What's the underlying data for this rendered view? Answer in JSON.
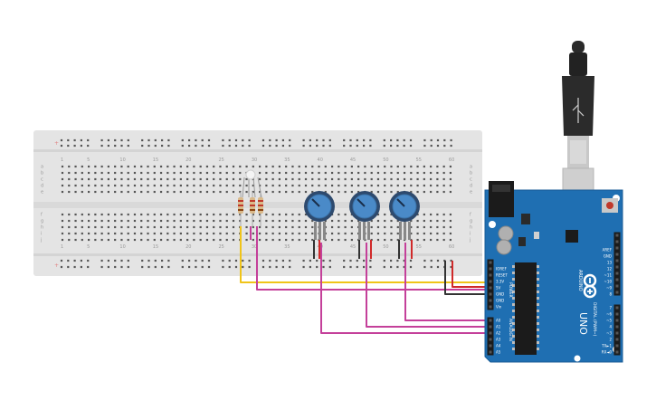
{
  "breadboard": {
    "column_numbers": [
      "1",
      "5",
      "10",
      "15",
      "20",
      "25",
      "30",
      "35",
      "40",
      "45",
      "50",
      "55",
      "60"
    ],
    "row_letters_top": [
      "a",
      "b",
      "c",
      "d",
      "e"
    ],
    "row_letters_bottom": [
      "f",
      "g",
      "h",
      "i",
      "j"
    ]
  },
  "arduino": {
    "model": "UNO",
    "brand": "ARDUINO",
    "power_header_title": "POWER",
    "analog_header_title": "ANALOG IN",
    "digital_header_title": "DIGITAL (PWM~)",
    "power_pins": [
      "IOREF",
      "RESET",
      "3.3V",
      "5V",
      "GND",
      "GND",
      "Vin"
    ],
    "analog_pins": [
      "A0",
      "A1",
      "A2",
      "A3",
      "A4",
      "A5"
    ],
    "top_pins": [
      "AREF",
      "GND",
      "13",
      "12",
      "~11",
      "~10",
      "~9",
      "8"
    ],
    "bottom_pins": [
      "7",
      "~6",
      "~5",
      "4",
      "~3",
      "2",
      "TX►1",
      "RX◄0"
    ],
    "colors": {
      "board": "#1f6fb2",
      "board_edge": "#185b95",
      "text": "#ffffff"
    }
  },
  "wires": {
    "colors": {
      "yellow": "#f0c419",
      "magenta": "#c4409a",
      "black": "#333333",
      "red": "#d02a2a"
    }
  },
  "components": {
    "potentiometer_count": 3,
    "resistor_count": 3,
    "led": "RGB LED"
  }
}
